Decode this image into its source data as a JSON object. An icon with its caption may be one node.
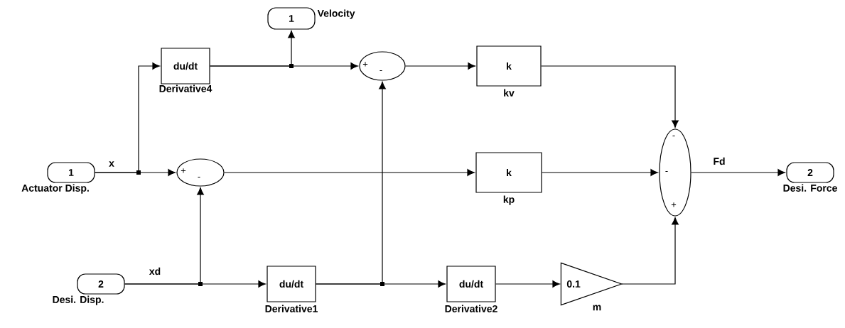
{
  "diagram": {
    "nodes": [
      {
        "text": [
          "1"
        ],
        "beside": [
          "Velocity"
        ]
      },
      {
        "text": [
          "du/dt"
        ],
        "beside": [
          "Derivative4"
        ]
      },
      {
        "text": [
          "+",
          "-"
        ]
      },
      {
        "text": [
          "k"
        ],
        "beside": [
          "kv"
        ]
      },
      {
        "text": [
          "1"
        ],
        "beside": [
          "Actuator Disp."
        ]
      },
      {
        "text": [
          "+",
          "-"
        ]
      },
      {
        "text": [
          "k"
        ],
        "beside": [
          "kp"
        ]
      },
      {
        "text": [
          "-",
          "-",
          "+"
        ]
      },
      {
        "text": [
          "2"
        ],
        "beside": [
          "Desi. Force"
        ]
      },
      {
        "text": [
          "2"
        ],
        "beside": [
          "Desi. Disp."
        ]
      },
      {
        "text": [
          "du/dt"
        ],
        "beside": [
          "Derivative1"
        ]
      },
      {
        "text": [
          "du/dt"
        ],
        "beside": [
          "Derivative2"
        ]
      },
      {
        "text": [
          "0.1"
        ],
        "beside": [
          "m"
        ]
      }
    ],
    "edges": [
      {
        "from": 4,
        "to": 5,
        "arrow": "to",
        "label": "x"
      },
      {
        "from": 4,
        "to": 1,
        "arrow": "to"
      },
      {
        "from": 1,
        "to": 2,
        "arrow": "to"
      },
      {
        "from": 1,
        "to": 0,
        "arrow": "to"
      },
      {
        "from": 2,
        "to": 3,
        "arrow": "to"
      },
      {
        "from": 3,
        "to": 7,
        "arrow": "to"
      },
      {
        "from": 5,
        "to": 6,
        "arrow": "to"
      },
      {
        "from": 6,
        "to": 7,
        "arrow": "to"
      },
      {
        "from": 7,
        "to": 8,
        "arrow": "to",
        "label": "Fd"
      },
      {
        "from": 9,
        "to": 10,
        "arrow": "to",
        "label": "xd"
      },
      {
        "from": 9,
        "to": 5,
        "arrow": "to"
      },
      {
        "from": 10,
        "to": 11,
        "arrow": "to"
      },
      {
        "from": 10,
        "to": 2,
        "arrow": "to"
      },
      {
        "from": 11,
        "to": 12,
        "arrow": "to"
      },
      {
        "from": 12,
        "to": 7,
        "arrow": "to"
      }
    ]
  }
}
